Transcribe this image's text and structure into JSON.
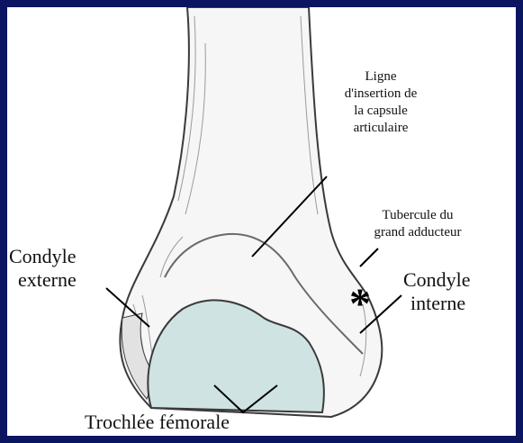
{
  "labels": {
    "ligne": [
      "Ligne",
      "d'insertion de",
      "la capsule",
      "articulaire"
    ],
    "tubercule": [
      "Tubercule du",
      "grand adducteur"
    ],
    "condyle_externe": [
      "Condyle",
      "externe"
    ],
    "condyle_interne": [
      "Condyle",
      "interne"
    ],
    "trochlee": "Trochlée fémorale",
    "asterisk": "*"
  },
  "colors": {
    "frame": "#0b1560",
    "background": "#ffffff",
    "bone_outline": "#3a3a3a",
    "trochlea_fill": "#cfe3e3",
    "label_text": "#111111"
  }
}
